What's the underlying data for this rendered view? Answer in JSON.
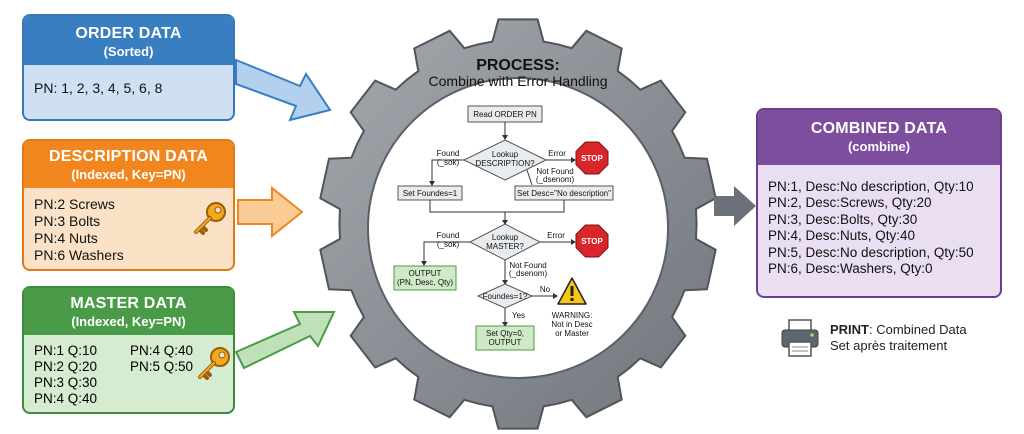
{
  "order": {
    "title": "ORDER DATA",
    "subtitle": "(Sorted)",
    "line": "PN: 1, 2, 3, 4, 5, 6, 8"
  },
  "description": {
    "title": "DESCRIPTION DATA",
    "subtitle": "(Indexed, Key=PN)",
    "lines": [
      "PN:2 Screws",
      "PN:3 Bolts",
      "PN:4 Nuts",
      "PN:6 Washers"
    ]
  },
  "master": {
    "title": "MASTER DATA",
    "subtitle": "(Indexed, Key=PN)",
    "col1": [
      "PN:1 Q:10",
      "PN:2 Q:20",
      "PN:3 Q:30",
      "PN:4 Q:40"
    ],
    "col2": [
      "PN:4 Q:40",
      "PN:5 Q:50"
    ]
  },
  "process": {
    "title": "PROCESS:",
    "subtitle": "Combine with Error Handling"
  },
  "flow": {
    "read": "Read ORDER PN",
    "lookup_desc": [
      "Lookup",
      "DESCRIPTION?"
    ],
    "found1": [
      "Found",
      "(_sok)"
    ],
    "error1": "Error",
    "notfound1": [
      "Not Found",
      "(_dsenom)"
    ],
    "set_founds": "Set Foundes=1",
    "set_desc": "Set Desc=\"No description\"",
    "lookup_master": [
      "Lookup",
      "MASTER?"
    ],
    "found2": [
      "Found",
      "(_sok)"
    ],
    "error2": "Error",
    "notfound2": [
      "Not Found",
      "(_dsenom)"
    ],
    "output": [
      "OUTPUT",
      "(PN, Desc, Qty)"
    ],
    "founds_check": "Foundes=1?",
    "no": "No",
    "yes": "Yes",
    "set_qty": [
      "Set Qty=0,",
      "OUTPUT"
    ],
    "warning": [
      "WARNING:",
      "Not in Desc",
      "or Master"
    ],
    "stop": "STOP"
  },
  "combined": {
    "title": "COMBINED DATA",
    "subtitle": "(combine)",
    "lines": [
      "PN:1, Desc:No description, Qty:10",
      "PN:2, Desc:Screws, Qty:20",
      "PN:3, Desc:Bolts, Qty:30",
      "PN:4, Desc:Nuts, Qty:40",
      "PN:5, Desc:No description, Qty:50",
      "PN:6, Desc:Washers, Qty:0"
    ]
  },
  "print": {
    "label": "PRINT",
    "text1": ": Combined Data",
    "text2": "Set après traitement"
  },
  "colors": {
    "order": "#3a7ec2",
    "description": "#f2861e",
    "master": "#4a9b47",
    "combined": "#7d4e9e",
    "gear": "#8a9096",
    "stop": "#d9262b",
    "warning": "#f5c518"
  },
  "icons": [
    "key-icon",
    "printer-icon",
    "stop-sign-icon",
    "warning-icon"
  ]
}
